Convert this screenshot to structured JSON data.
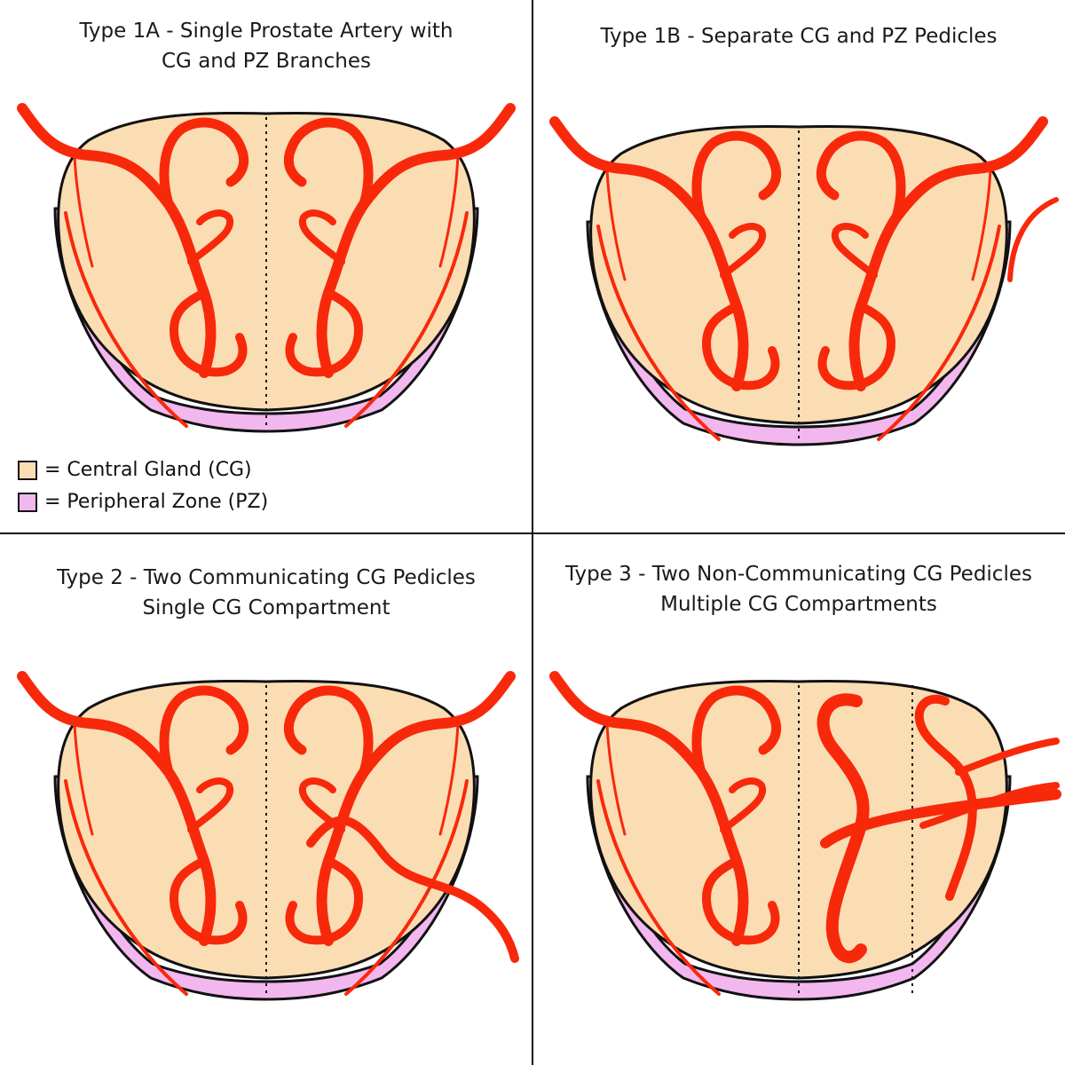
{
  "colors": {
    "central_gland": "#FBDDB4",
    "peripheral_zone": "#F2B7EE",
    "artery": "#F8290B",
    "outline": "#111111"
  },
  "panels": [
    {
      "id": "type-1a",
      "title_line1": "Type 1A - Single Prostate Artery with",
      "title_line2": "CG and PZ Branches"
    },
    {
      "id": "type-1b",
      "title_line1": "Type 1B - Separate CG and PZ Pedicles",
      "title_line2": ""
    },
    {
      "id": "type-2",
      "title_line1": "Type 2 - Two Communicating CG Pedicles",
      "title_line2": "Single CG Compartment"
    },
    {
      "id": "type-3",
      "title_line1": "Type 3 - Two Non-Communicating CG Pedicles",
      "title_line2": "Multiple CG Compartments"
    }
  ],
  "legend": [
    {
      "symbol": "= Central Gland (CG)",
      "color_key": "central_gland"
    },
    {
      "symbol": "= Peripheral Zone (PZ)",
      "color_key": "peripheral_zone"
    }
  ]
}
